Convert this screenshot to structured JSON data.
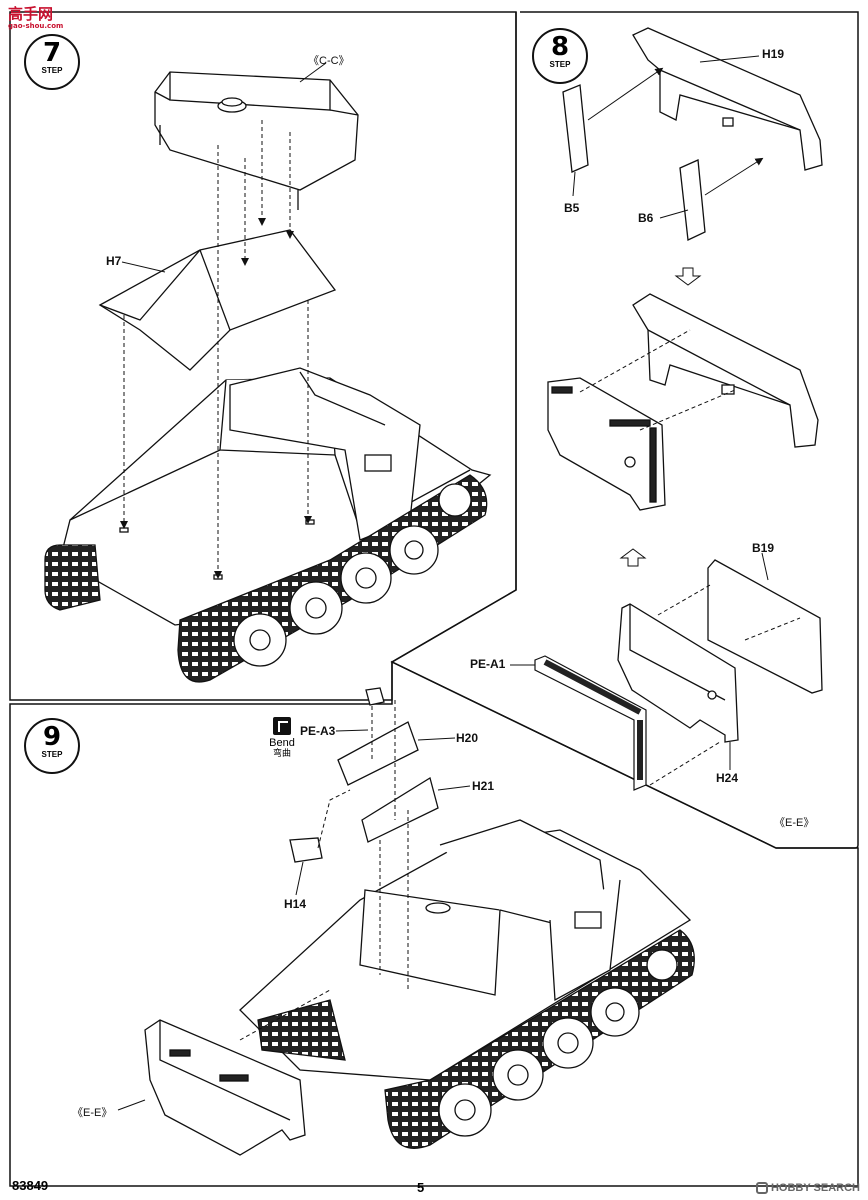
{
  "brand": {
    "logo_text": "高手网",
    "logo_url_text": "gao-shou.com"
  },
  "steps": [
    {
      "number": "7",
      "word": "STEP"
    },
    {
      "number": "8",
      "word": "STEP"
    },
    {
      "number": "9",
      "word": "STEP"
    }
  ],
  "step7": {
    "section_label": "《C-C》",
    "part_h7": "H7"
  },
  "step8": {
    "part_h19": "H19",
    "part_b5": "B5",
    "part_b6": "B6",
    "part_b19": "B19",
    "part_pe_a1": "PE-A1",
    "part_h24": "H24",
    "section_label": "《E-E》"
  },
  "step9": {
    "part_pe_a3": "PE-A3",
    "part_h20": "H20",
    "part_h21": "H21",
    "part_h14": "H14",
    "bend_label": "Bend",
    "bend_label_cn": "弯曲",
    "section_label": "《E-E》"
  },
  "footer": {
    "kit_number": "83849",
    "page_number": "5"
  },
  "watermark": {
    "text": "HOBBY SEARCH"
  }
}
